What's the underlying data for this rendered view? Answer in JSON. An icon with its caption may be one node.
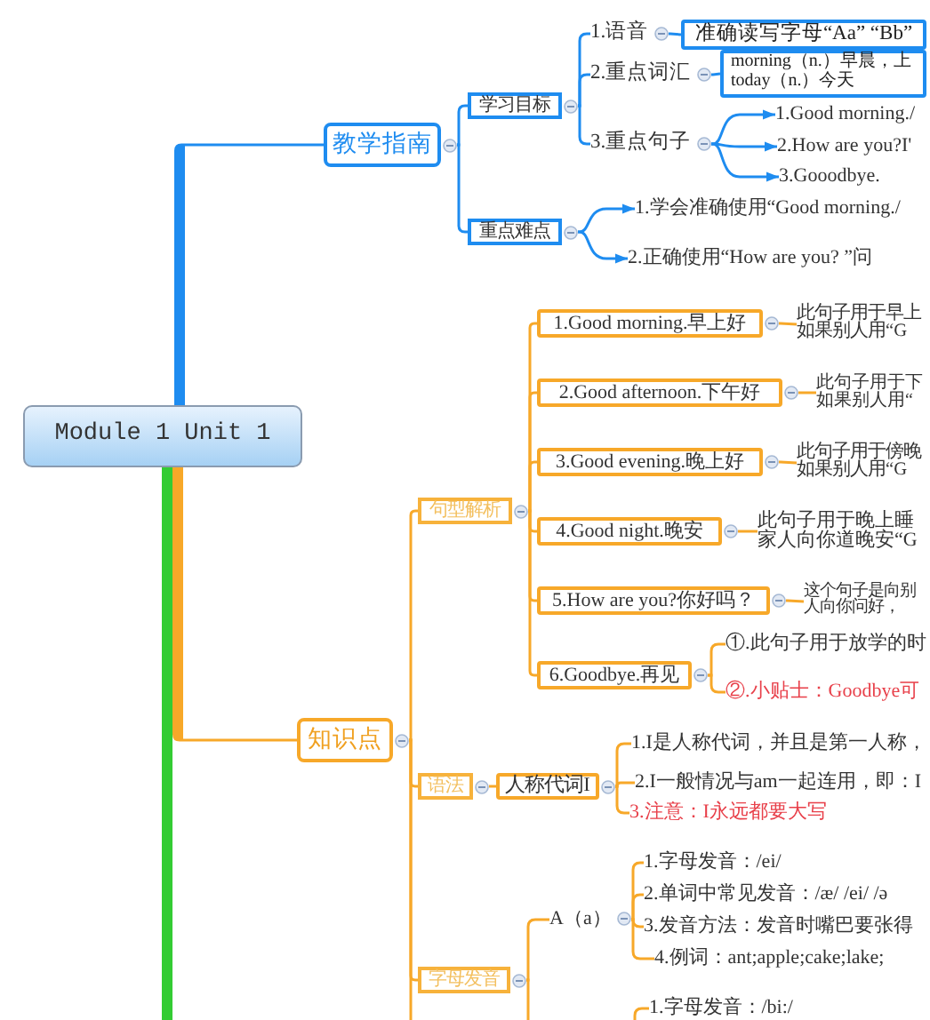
{
  "diagram": {
    "nodes": [
      {
        "text": [
          "Module 1 Unit 1"
        ]
      },
      {
        "text": [
          "教学指南"
        ]
      },
      {
        "text": [
          "学习目标"
        ]
      },
      {
        "text": [
          "1.语音"
        ]
      },
      {
        "text": [
          "准确读写字母“Aa” “Bb”"
        ]
      },
      {
        "text": [
          "2.重点词汇"
        ]
      },
      {
        "text": [
          "morning（n.）早晨，上 today（n.）今天"
        ]
      },
      {
        "text": [
          "3.重点句子"
        ]
      },
      {
        "text": [
          "1.Good morning./"
        ]
      },
      {
        "text": [
          "2.How are you?I'"
        ]
      },
      {
        "text": [
          "3.Gooodbye."
        ]
      },
      {
        "text": [
          "重点难点"
        ]
      },
      {
        "text": [
          "1.学会准确使用“Good morning./"
        ]
      },
      {
        "text": [
          "2.正确使用“How are you? ”问"
        ]
      },
      {
        "text": [
          "知识点"
        ]
      },
      {
        "text": [
          "句型解析"
        ]
      },
      {
        "text": [
          "1.Good morning.早上好"
        ]
      },
      {
        "text": [
          "此句子用于早上如果别人用“G"
        ]
      },
      {
        "text": [
          "2.Good afternoon.下午好"
        ]
      },
      {
        "text": [
          "此句子用于下如果别人用“"
        ]
      },
      {
        "text": [
          "3.Good evening.晚上好"
        ]
      },
      {
        "text": [
          "此句子用于傍晚如果别人用“G"
        ]
      },
      {
        "text": [
          "4.Good night.晚安"
        ]
      },
      {
        "text": [
          "此句子用于晚上睡家人向你道晚安“G"
        ]
      },
      {
        "text": [
          "5.How are you?你好吗？"
        ]
      },
      {
        "text": [
          "这个句子是向别人向你问好，"
        ]
      },
      {
        "text": [
          "6.Goodbye.再见"
        ]
      },
      {
        "text": [
          "①.此句子用于放学的时"
        ]
      },
      {
        "text": [
          "②.小贴士：Goodbye可"
        ]
      },
      {
        "text": [
          "语法"
        ]
      },
      {
        "text": [
          "人称代词I"
        ]
      },
      {
        "text": [
          "1.I是人称代词，并且是第一人称，"
        ]
      },
      {
        "text": [
          "2.I一般情况与am一起连用，即：I"
        ]
      },
      {
        "text": [
          "3.注意：I永远都要大写"
        ]
      },
      {
        "text": [
          "字母发音"
        ]
      },
      {
        "text": [
          "A（a）"
        ]
      },
      {
        "text": [
          "1.字母发音：/ei/"
        ]
      },
      {
        "text": [
          "2.单词中常见发音：/æ/ /ei/ /ə"
        ]
      },
      {
        "text": [
          "3.发音方法：发音时嘴巴要张得"
        ]
      },
      {
        "text": [
          "4.例词：ant;apple;cake;lake;"
        ]
      },
      {
        "text": [
          "1.字母发音：/bi:/"
        ]
      }
    ],
    "edges": [
      {
        "from": 0,
        "to": 1,
        "arrow": "none",
        "style": "thick",
        "color": "#1e8cf0"
      },
      {
        "from": 0,
        "to": 14,
        "arrow": "none",
        "style": "thick"
      },
      {
        "from": 0,
        "to": null,
        "arrow": "none",
        "style": "thick",
        "color": "#33cc33"
      },
      {
        "from": 1,
        "to": 2,
        "arrow": "none",
        "color": "#1e8cf0"
      },
      {
        "from": 1,
        "to": 11,
        "arrow": "none",
        "color": "#1e8cf0"
      },
      {
        "from": 2,
        "to": 3,
        "arrow": "none",
        "color": "#1e8cf0"
      },
      {
        "from": 2,
        "to": 5,
        "arrow": "none",
        "color": "#1e8cf0"
      },
      {
        "from": 2,
        "to": 7,
        "arrow": "none",
        "color": "#1e8cf0"
      },
      {
        "from": 3,
        "to": 4,
        "arrow": "none",
        "color": "#1e8cf0"
      },
      {
        "from": 5,
        "to": 6,
        "arrow": "none",
        "color": "#1e8cf0"
      },
      {
        "from": 7,
        "to": 8,
        "arrow": "to",
        "color": "#1e8cf0"
      },
      {
        "from": 7,
        "to": 9,
        "arrow": "to",
        "color": "#1e8cf0"
      },
      {
        "from": 7,
        "to": 10,
        "arrow": "to",
        "color": "#1e8cf0"
      },
      {
        "from": 11,
        "to": 12,
        "arrow": "to",
        "color": "#1e8cf0"
      },
      {
        "from": 11,
        "to": 13,
        "arrow": "to",
        "color": "#1e8cf0"
      },
      {
        "from": 14,
        "to": 15,
        "arrow": "none"
      },
      {
        "from": 14,
        "to": 29,
        "arrow": "none"
      },
      {
        "from": 14,
        "to": 34,
        "arrow": "none"
      },
      {
        "from": 14,
        "to": null,
        "arrow": "none"
      },
      {
        "from": 15,
        "to": 16,
        "arrow": "none"
      },
      {
        "from": 15,
        "to": 18,
        "arrow": "none"
      },
      {
        "from": 15,
        "to": 20,
        "arrow": "none"
      },
      {
        "from": 15,
        "to": 22,
        "arrow": "none"
      },
      {
        "from": 15,
        "to": 24,
        "arrow": "none"
      },
      {
        "from": 15,
        "to": 26,
        "arrow": "none"
      },
      {
        "from": 16,
        "to": 17,
        "arrow": "none"
      },
      {
        "from": 18,
        "to": 19,
        "arrow": "none"
      },
      {
        "from": 20,
        "to": 21,
        "arrow": "none"
      },
      {
        "from": 22,
        "to": 23,
        "arrow": "none"
      },
      {
        "from": 24,
        "to": 25,
        "arrow": "none"
      },
      {
        "from": 26,
        "to": 27,
        "arrow": "none"
      },
      {
        "from": 26,
        "to": 28,
        "arrow": "none"
      },
      {
        "from": 29,
        "to": 30,
        "arrow": "none"
      },
      {
        "from": 30,
        "to": 31,
        "arrow": "none"
      },
      {
        "from": 30,
        "to": 32,
        "arrow": "none"
      },
      {
        "from": 30,
        "to": 33,
        "arrow": "none"
      },
      {
        "from": 34,
        "to": 35,
        "arrow": "none"
      },
      {
        "from": 34,
        "to": null,
        "arrow": "none"
      },
      {
        "from": 35,
        "to": 36,
        "arrow": "none"
      },
      {
        "from": 35,
        "to": 37,
        "arrow": "none"
      },
      {
        "from": 35,
        "to": 38,
        "arrow": "none"
      },
      {
        "from": 35,
        "to": 39,
        "arrow": "none"
      },
      {
        "from": null,
        "to": 40,
        "arrow": "none"
      }
    ]
  }
}
